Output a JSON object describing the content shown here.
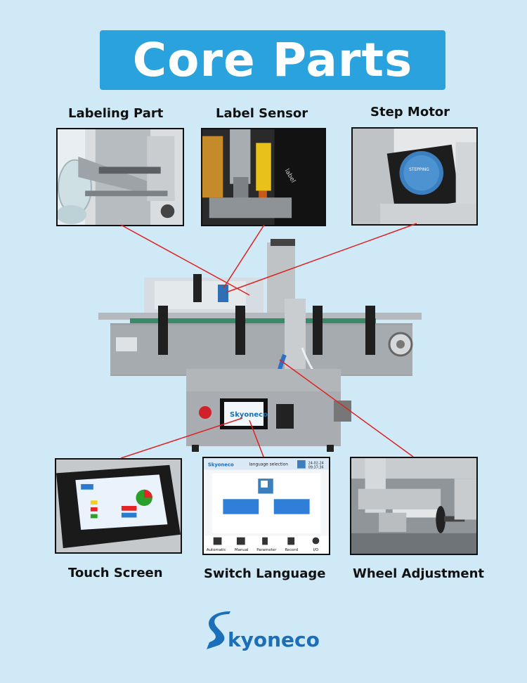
{
  "title": "Core Parts",
  "labels": {
    "labeling_part": "Labeling Part",
    "label_sensor": "Label Sensor",
    "step_motor": "Step Motor",
    "touch_screen": "Touch Screen",
    "switch_language": "Switch Language",
    "wheel_adjustment": "Wheel Adjustment"
  },
  "brand": "Skyoneco",
  "screen_ui": {
    "header_brand": "Skyoneco",
    "header_title": "language selection",
    "date": "24-02-24",
    "time": "09:37:36",
    "nav": [
      "Automatic",
      "Manual",
      "Parameter",
      "Record",
      "I/O"
    ]
  },
  "colors": {
    "background": "#cfe9f7",
    "banner": "#2aa2de",
    "callout_line": "#e02020",
    "brand_blue": "#1a6fb8"
  }
}
